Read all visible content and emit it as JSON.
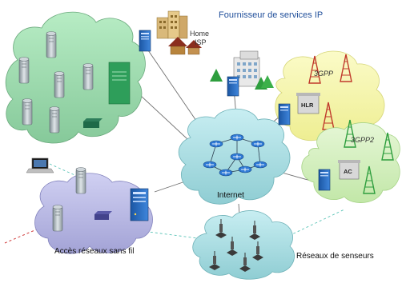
{
  "labels": {
    "isp_title": "Fournisseur de services IP",
    "home": "Home",
    "isp": "ISP",
    "gpp3": "3GPP",
    "gpp3_2": "3GPP2",
    "hlr": "HLR",
    "ac": "AC",
    "internet": "Internet",
    "wireless_access": "Accès réseaux sans fil",
    "sensor_networks": "Réseaux de senseurs"
  },
  "colors": {
    "green_cloud": "#9fdcae",
    "internet_cloud": "#a9dbe0",
    "wireless_cloud": "#b8b8e2",
    "sensor_cloud": "#a9dbe0",
    "gpp3_cloud": "#f6f6a8",
    "gpp3_2_cloud": "#d3efbf",
    "title_blue": "#1f4e9a",
    "router_blue": "#2f7ad6",
    "server_blue": "#1e5fb0",
    "tower_red": "#c0392b",
    "tower_green": "#2e9e3e"
  }
}
